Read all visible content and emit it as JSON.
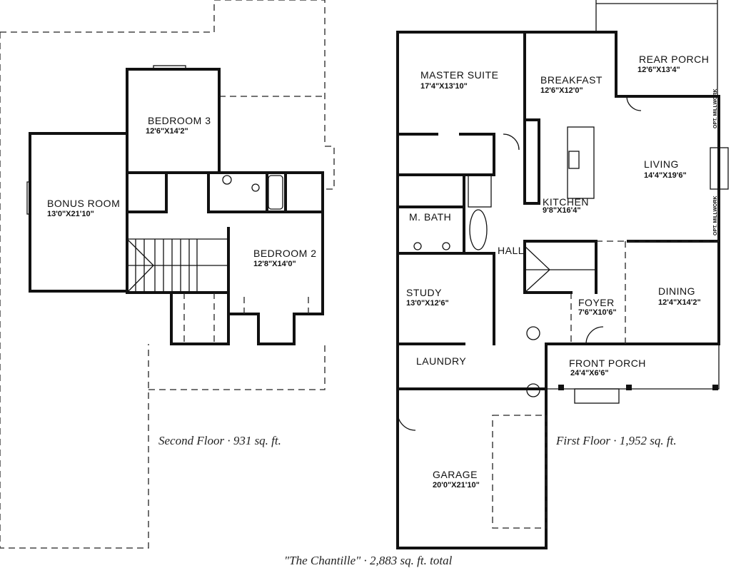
{
  "second_floor": {
    "caption": "Second Floor  ·  931 sq. ft.",
    "rooms": [
      {
        "name": "BEDROOM  3",
        "size": "12'6\"X14'2\""
      },
      {
        "name": "BONUS  ROOM",
        "size": "13'0\"X21'10\""
      },
      {
        "name": "BEDROOM  2",
        "size": "12'8\"X14'0\""
      }
    ]
  },
  "first_floor": {
    "caption": "First Floor  ·  1,952 sq. ft.",
    "rooms": [
      {
        "name": "MASTER  SUITE",
        "size": "17'4\"X13'10\""
      },
      {
        "name": "BREAKFAST",
        "size": "12'6\"X12'0\""
      },
      {
        "name": "REAR  PORCH",
        "size": "12'6\"X13'4\""
      },
      {
        "name": "LIVING",
        "size": "14'4\"X19'6\""
      },
      {
        "name": "KITCHEN",
        "size": "9'8\"X16'4\""
      },
      {
        "name": "M.  BATH",
        "size": ""
      },
      {
        "name": "HALL",
        "size": ""
      },
      {
        "name": "STUDY",
        "size": "13'0\"X12'6\""
      },
      {
        "name": "FOYER",
        "size": "7'6\"X10'6\""
      },
      {
        "name": "DINING",
        "size": "12'4\"X14'2\""
      },
      {
        "name": "LAUNDRY",
        "size": ""
      },
      {
        "name": "FRONT  PORCH",
        "size": "24'4\"X6'6\""
      },
      {
        "name": "GARAGE",
        "size": "20'0\"X21'10\""
      }
    ],
    "millwork_label": "OPT. MILLWORK"
  },
  "footer": "\"The Chantille\"  ·  2,883 sq. ft. total"
}
